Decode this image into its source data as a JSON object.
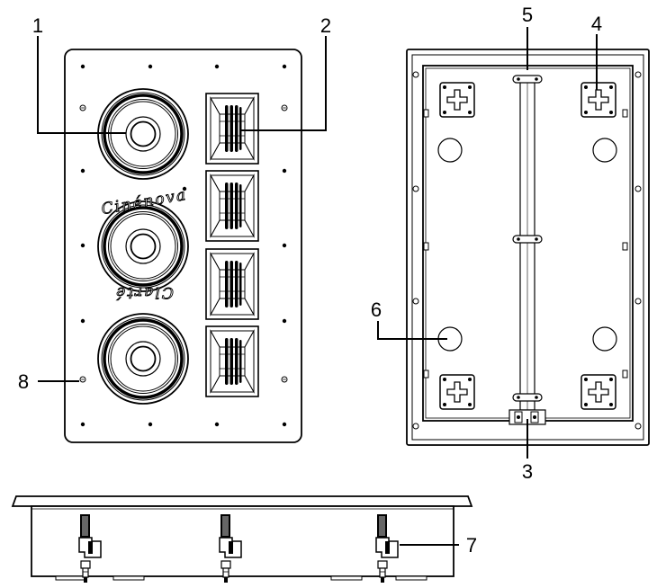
{
  "callouts": {
    "c1": "1",
    "c2": "2",
    "c3": "3",
    "c4": "4",
    "c5": "5",
    "c6": "6",
    "c7": "7",
    "c8": "8"
  },
  "branding": {
    "top": "Cinénova",
    "bottom": "Clarté"
  },
  "colors": {
    "stroke": "#000000",
    "fill": "#ffffff",
    "shade": "#9a9a9a"
  }
}
